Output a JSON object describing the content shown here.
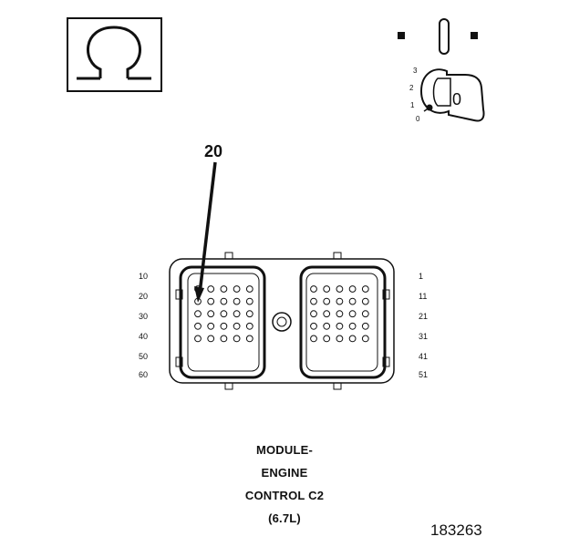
{
  "colors": {
    "ink": "#111111",
    "paper": "#ffffff"
  },
  "icons": {
    "ohm": "ohmmeter-icon",
    "ignition": "ignition-key-icon"
  },
  "ignition": {
    "positions": [
      "3",
      "2",
      "1",
      "0"
    ],
    "key_label": "0"
  },
  "callout": {
    "label": "20"
  },
  "connector": {
    "left_labels": [
      "10",
      "20",
      "30",
      "40",
      "50",
      "60"
    ],
    "right_labels": [
      "1",
      "11",
      "21",
      "31",
      "41",
      "51"
    ]
  },
  "caption": {
    "line1": "MODULE-",
    "line2": "ENGINE",
    "line3": "CONTROL C2",
    "line4": "(6.7L)"
  },
  "figure_number": "183263"
}
